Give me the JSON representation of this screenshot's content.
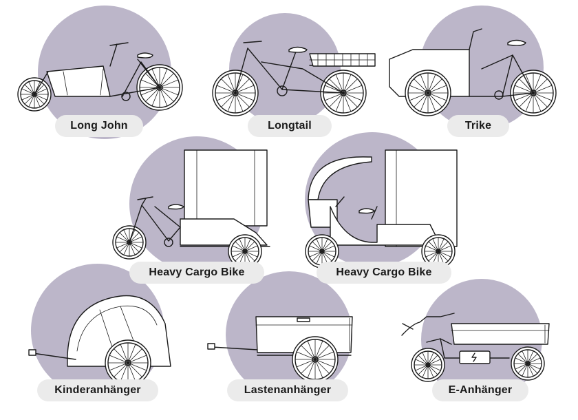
{
  "colors": {
    "background": "#ffffff",
    "blob": "#bcb6c9",
    "label_bg": "#ebebeb",
    "line": "#1a1a1a"
  },
  "vehicles": [
    {
      "label": "Long John",
      "icon": "long-john-cargo-bike-icon"
    },
    {
      "label": "Longtail",
      "icon": "longtail-bike-icon"
    },
    {
      "label": "Trike",
      "icon": "cargo-trike-icon"
    },
    {
      "label": "Heavy Cargo Bike",
      "icon": "heavy-cargo-bike-box-icon"
    },
    {
      "label": "Heavy Cargo Bike",
      "icon": "heavy-cargo-bike-canopy-icon"
    },
    {
      "label": "Kinderanhänger",
      "icon": "child-trailer-icon"
    },
    {
      "label": "Lastenanhänger",
      "icon": "cargo-trailer-icon"
    },
    {
      "label": "E-Anhänger",
      "icon": "e-trailer-icon"
    }
  ]
}
